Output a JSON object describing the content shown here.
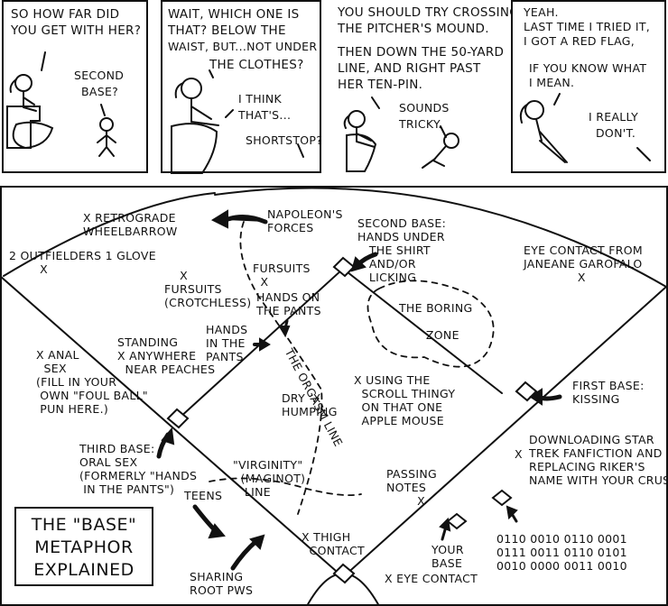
{
  "panel1": {
    "line1": "So how far did",
    "line2": "you get with her?",
    "reply1": "Second",
    "reply2": "base?"
  },
  "panel2": {
    "line1": "Wait, which one is",
    "line2": "that? Below the",
    "line3": "waist, but...not under",
    "line4": "the clothes?",
    "reply1": "I think",
    "reply2": "that's...",
    "reply3": "Shortstop?"
  },
  "panel3": {
    "line1": "You should try crossing",
    "line2": "the pitcher's mound.",
    "line3": "Then down the 50-yard",
    "line4": "line, and right past",
    "line5": "her ten-pin.",
    "reply1": "Sounds",
    "reply2": "tricky."
  },
  "panel4": {
    "line1": "Yeah.",
    "line2": "Last time I tried it,",
    "line3": "I got a red flag,",
    "line4": "if you know what",
    "line5": "I mean.",
    "reply1": "I really",
    "reply2": "don't."
  },
  "field": {
    "retrograde": "x Retrograde\nwheelbarrow",
    "outfielders": "2 outfielders 1 glove\n        x",
    "napoleon": "Napoleon's\nforces",
    "second_base": "Second base:\nhands under\n   the shirt\n   and/or\n   licking",
    "eye_contact_janeane": "Eye contact from\nJaneane Garofalo\n              x",
    "fursuits": "Fursuits\n  x",
    "fursuits_crotchless": "    x\nFursuits\n(crotchless)",
    "hands_on_pants": "Hands on\nthe pants",
    "hands_in_pants": "Hands\nin the\npants",
    "standing": "Standing\nx anywhere\n  near peaches",
    "boring_zone": "The boring\n\n       zone",
    "anal": "x anal\n  sex\n(fill in your\n own \"foul ball\"\n pun here.)",
    "orgasm_line": "The orgasm line",
    "dry_humping": "Dry  x\nhumping",
    "scroll_thingy": "x Using the\n  scroll thingy\n  on that one\n  Apple mouse",
    "first_base": "First base:\nkissing",
    "third_base": "Third base:\noral sex\n(formerly \"hands\n in the pants\")",
    "virginity": "\"Virginity\"\n  (Maginot)\n   line",
    "teens": "Teens",
    "passing_notes": "Passing\nnotes\n        x",
    "downloading": "Downloading Star\nTrek fanfiction and\nreplacing Riker's\nname with your crush's.",
    "downloading_x": "x",
    "thigh": "x Thigh\n  contact",
    "sharing": "Sharing\nroot PWs",
    "your_base": "Your\nbase",
    "eye_contact": "x Eye contact",
    "binary": "0110 0010 0110 0001\n0111 0011 0110 0101\n0010 0000 0011 0010"
  },
  "title": {
    "line1": "The \"Base\"",
    "line2": "metaphor",
    "line3": "explained"
  }
}
